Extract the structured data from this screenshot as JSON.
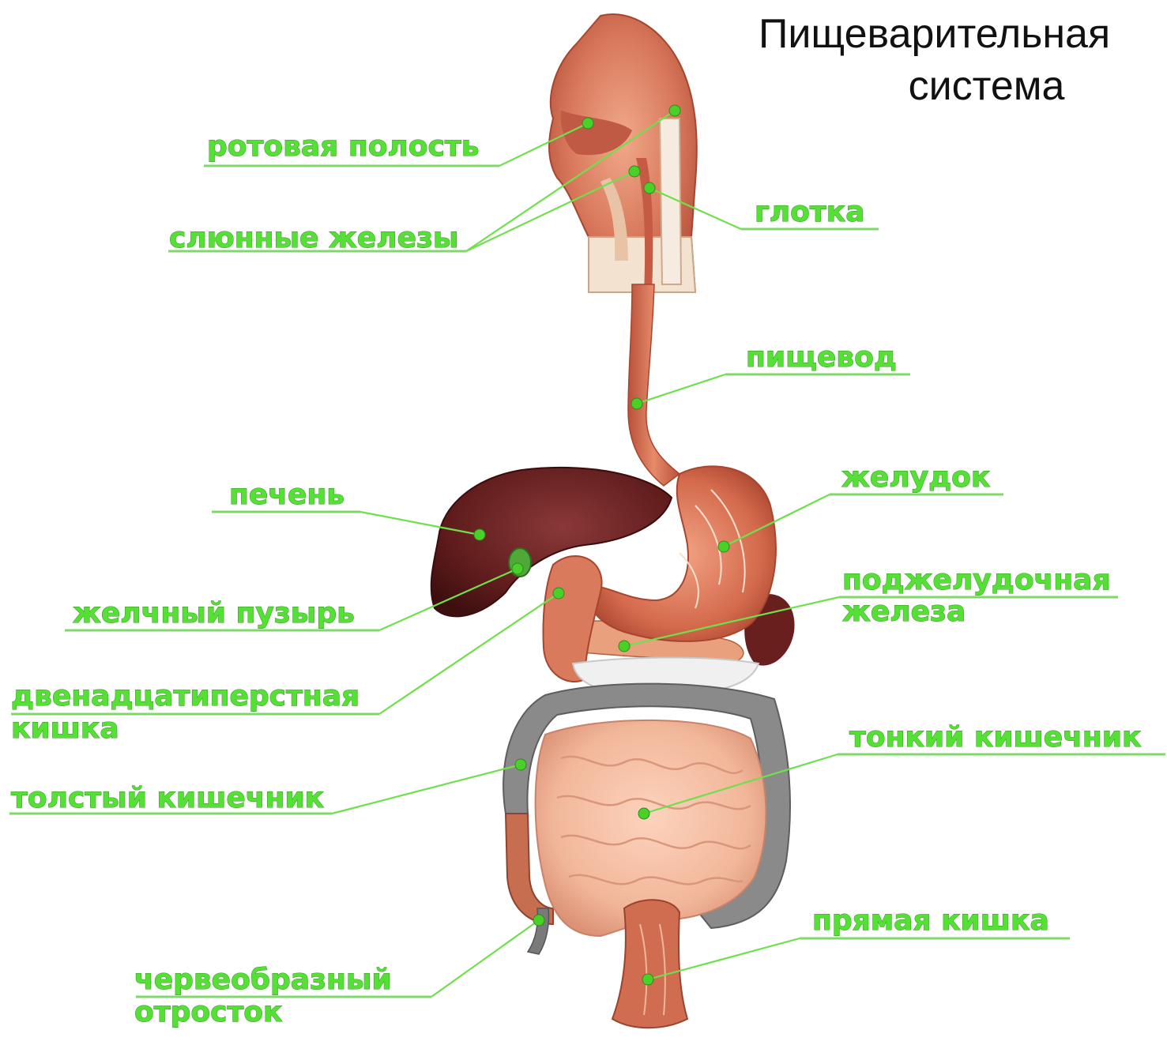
{
  "title": {
    "line1": "Пищеварительная",
    "line2": "система"
  },
  "labels": {
    "oral_cavity": "ротовая полость",
    "salivary_glands": "слюнные железы",
    "pharynx": "глотка",
    "esophagus": "пищевод",
    "liver": "печень",
    "stomach": "желудок",
    "gallbladder": "желчный пузырь",
    "pancreas_1": "поджелудочная",
    "pancreas_2": "железа",
    "duodenum_1": "двенадцатиперстная",
    "duodenum_2": "кишка",
    "small_intestine": "тонкий кишечник",
    "large_intestine": "толстый кишечник",
    "rectum": "прямая кишка",
    "appendix_1": "червеобразный",
    "appendix_2": "отросток"
  },
  "colors": {
    "label_green": "#55e035",
    "organ_pink": "#d9795c",
    "liver_brown": "#5e1b1b",
    "colon_gray": "#8a8a8a",
    "small_intestine_peach": "#f2b79a"
  }
}
